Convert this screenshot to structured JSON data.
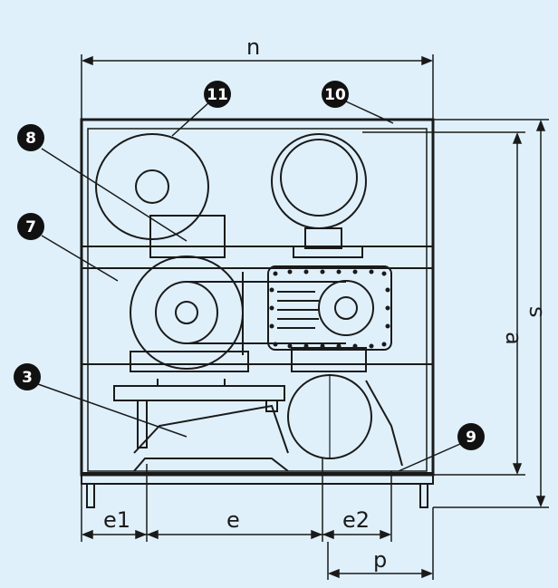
{
  "colors": {
    "background": "#dff0fb",
    "line": "#1a1a1a",
    "callout_fill": "#111111",
    "callout_text": "#ffffff"
  },
  "dimensions": {
    "n": "n",
    "s": "s",
    "a": "a",
    "e": "e",
    "e1": "e1",
    "e2": "e2",
    "p": "p"
  },
  "callouts": {
    "c3": "3",
    "c7": "7",
    "c8": "8",
    "c9": "9",
    "c10": "10",
    "c11": "11"
  }
}
